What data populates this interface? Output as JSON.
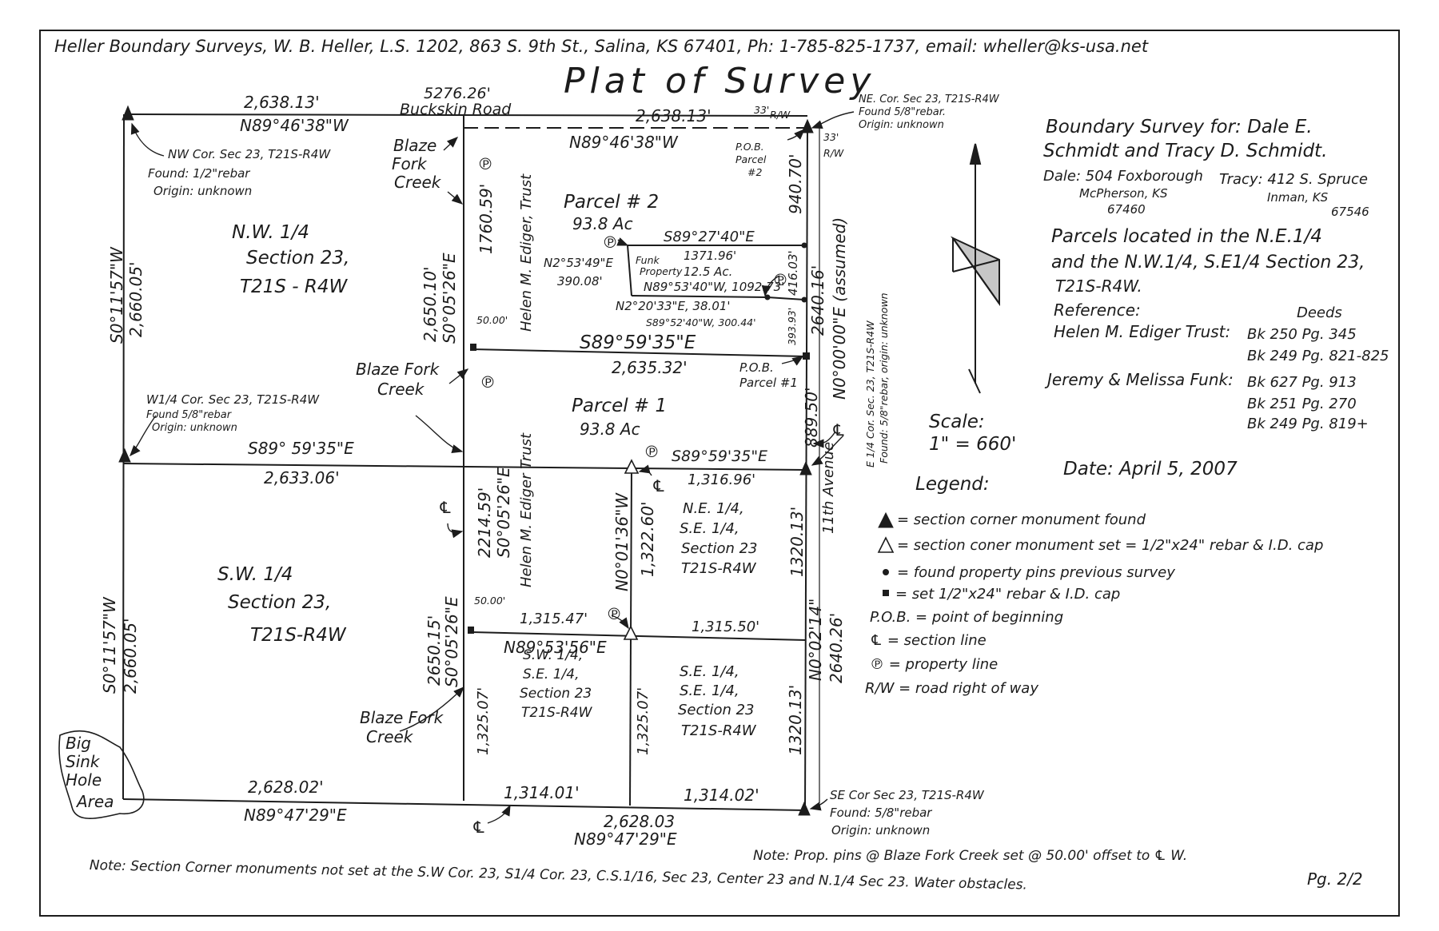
{
  "header": {
    "company_line": "Heller Boundary Surveys, W. B. Heller, L.S. 1202, 863 S. 9th St., Salina, KS 67401, Ph: 1-785-825-1737, email: wheller@ks-usa.net",
    "title": "Plat of Survey"
  },
  "client": {
    "line1": "Boundary Survey for: Dale E.",
    "line2": "Schmidt and Tracy D. Schmidt.",
    "dale_addr1": "Dale: 504 Foxborough",
    "dale_addr2": "McPherson, KS",
    "dale_addr3": "67460",
    "tracy_addr1": "Tracy: 412 S. Spruce",
    "tracy_addr2": "Inman, KS",
    "tracy_addr3": "67546",
    "parcels1": "Parcels located in the N.E.1/4",
    "parcels2": "and the N.W.1/4, S.E1/4 Section 23,",
    "parcels3": "T21S-R4W.",
    "reference_label": "Reference:",
    "deeds_label": "Deeds",
    "ref1_name": "Helen M. Ediger Trust:",
    "ref1_deed1": "Bk 250 Pg. 345",
    "ref1_deed2": "Bk 249 Pg. 821-825",
    "ref2_name": "Jeremy & Melissa Funk:",
    "ref2_deed1": "Bk 627 Pg. 913",
    "ref2_deed2": "Bk 251 Pg. 270",
    "ref2_deed3": "Bk 249 Pg. 819+"
  },
  "scale": {
    "label": "Scale:",
    "value": "1\" = 660'"
  },
  "date": "Date: April 5, 2007",
  "legend": {
    "title": "Legend:",
    "found_monument": "= section corner monument found",
    "set_monument": "= section coner monument set = 1/2\"x24\" rebar & I.D. cap",
    "found_pins": "= found property pins previous survey",
    "set_rebar": "= set 1/2\"x24\" rebar & I.D. cap",
    "pob": "P.O.B. = point of beginning",
    "section_line": "℄ = section line",
    "property_line": "℗ = property line",
    "row": "R/W = road right of way"
  },
  "plat": {
    "top_left_dist": "2,638.13'",
    "top_left_bearing": "N89°46'38\"W",
    "total_top": "5276.26'",
    "road_name": "Buckskin Road",
    "top_right_dist": "2,638.13'",
    "top_right_bearing": "N89°46'38\"W",
    "row_33_top": "33'",
    "row_rw_top": "R/W",
    "row_33_right": "33'",
    "row_rw_right": "R/W",
    "nw_corner1": "NW Cor. Sec 23, T21S-R4W",
    "nw_corner2": "Found: 1/2\"rebar",
    "nw_corner3": "Origin: unknown",
    "ne_corner1": "NE. Cor. Sec 23, T21S-R4W",
    "ne_corner2": "Found 5/8\"rebar.",
    "ne_corner3": "Origin: unknown",
    "pob2_1": "P.O.B.",
    "pob2_2": "Parcel",
    "pob2_3": "#2",
    "blaze1": "Blaze",
    "blaze2": "Fork",
    "blaze3": "Creek",
    "nw_quarter": "N.W. 1/4",
    "nw_section": "Section 23,",
    "nw_twp": "T21S - R4W",
    "west_bearing_n": "S0°11'57\"W",
    "west_dist_n": "2,660.05'",
    "mid_w_dist": "2,650.10'",
    "mid_w_bearing": "S0°05'26\"E",
    "mid_w_upper": "1760.59'",
    "ediger_upper": "Helen M. Ediger, Trust",
    "parcel2_label": "Parcel # 2",
    "parcel2_area": "93.8 Ac",
    "funk_top_bearing": "S89°27'40\"E",
    "funk_w_bearing": "N2°53'49\"E",
    "funk_w_dist": "390.08'",
    "funk_prop1": "Funk",
    "funk_prop2": "Property",
    "funk_dist_top": "1371.96'",
    "funk_area": "12.5 Ac.",
    "funk_bottom": "N89°53'40\"W, 1092.73'",
    "funk_s1": "N2°20'33\"E, 38.01'",
    "funk_s2": "S89°52'40\"W, 300.44'",
    "e_upper_dist": "940.70'",
    "e_funk_dist": "416.03'",
    "e_small_dist": "393.93'",
    "dist_5000_top": "50.00'",
    "mid_bearing": "S89°59'35\"E",
    "mid_dist": "2,635.32'",
    "pob1_1": "P.O.B.",
    "pob1_2": "Parcel #1",
    "e_total_dist": "2640.16'",
    "e_total_bearing": "N0°00'00\"E (assumed)",
    "e_quarter1": "E 1/4 Cor. Sec. 23, T21S-R4W",
    "e_quarter2": "Found: 5/8\"rebar, origin: unknown",
    "e_mid_dist": "889.50'",
    "blaze_mid1": "Blaze Fork",
    "blaze_mid2": "Creek",
    "w_quarter1": "W1/4 Cor. Sec 23, T21S-R4W",
    "w_quarter2": "Found 5/8\"rebar",
    "w_quarter3": "Origin: unknown",
    "west_mid_bearing": "S89° 59'35\"E",
    "west_mid_dist": "2,633.06'",
    "parcel1_label": "Parcel # 1",
    "parcel1_area": "93.8 Ac",
    "ne_se_bearing": "S89°59'35\"E",
    "ne_se_dist": "1,316.96'",
    "lower_mid_dist": "2214.59'",
    "lower_mid_bearing": "S0°05'26\"E",
    "ediger_lower": "Helen M. Ediger Trust",
    "inner_bearing": "N0°01'36\"W",
    "inner_dist": "1,322.60'",
    "ne_se_q1": "N.E. 1/4,",
    "ne_se_q2": "S.E. 1/4,",
    "ne_se_q3": "Section 23",
    "ne_se_q4": "T21S-R4W",
    "e_dist_1320a": "1320.13'",
    "avenue": "11th Avenue",
    "sw_quarter": "S.W. 1/4",
    "sw_section": "Section 23,",
    "sw_twp": "T21S-R4W",
    "west_bearing_s": "S0°11'57\"W",
    "west_dist_s": "2,660.05'",
    "lower_w_dist": "2650.15'",
    "lower_w_bearing": "S0°05'26\"E",
    "dist_5000_low": "50.00'",
    "sw_se_dist_top": "1,315.47'",
    "sw_se_bearing": "N89°53'56\"E",
    "se_se_dist_top": "1,315.50'",
    "e_bearing_low": "N0°02'14\"",
    "e_dist_low": "2640.26'",
    "sw_se_q1": "S.W. 1/4,",
    "sw_se_q2": "S.E. 1/4,",
    "sw_se_q3": "Section 23",
    "sw_se_q4": "T21S-R4W",
    "se_se_q1": "S.E. 1/4,",
    "se_se_q2": "S.E. 1/4,",
    "se_se_q3": "Section 23",
    "se_se_q4": "T21S-R4W",
    "w_dist_1325a": "1,325.07'",
    "w_dist_1325b": "1,325.07'",
    "e_dist_1320b": "1320.13'",
    "blaze_low1": "Blaze Fork",
    "blaze_low2": "Creek",
    "big_sink1": "Big",
    "big_sink2": "Sink",
    "big_sink3": "Hole",
    "big_sink4": "Area",
    "bot_left_dist": "2,628.02'",
    "bot_left_bearing": "N89°47'29\"E",
    "bot_mid_dist": "1,314.01'",
    "bot_right_dist": "1,314.02'",
    "bot_total_dist": "2,628.03",
    "bot_total_bearing": "N89°47'29\"E",
    "se_corner1": "SE Cor Sec 23, T21S-R4W",
    "se_corner2": "Found: 5/8\"rebar",
    "se_corner3": "Origin: unknown",
    "cl_symbol": "℄",
    "pl_symbol": "℗"
  },
  "notes": {
    "note1": "Note: Prop. pins @ Blaze Fork Creek set @ 50.00' offset to ℄ W.",
    "note2": "Note: Section Corner monuments not set at the S.W Cor. 23, S1/4 Cor. 23, C.S.1/16, Sec 23, Center 23 and N.1/4 Sec 23. Water obstacles.",
    "page": "Pg. 2/2"
  }
}
